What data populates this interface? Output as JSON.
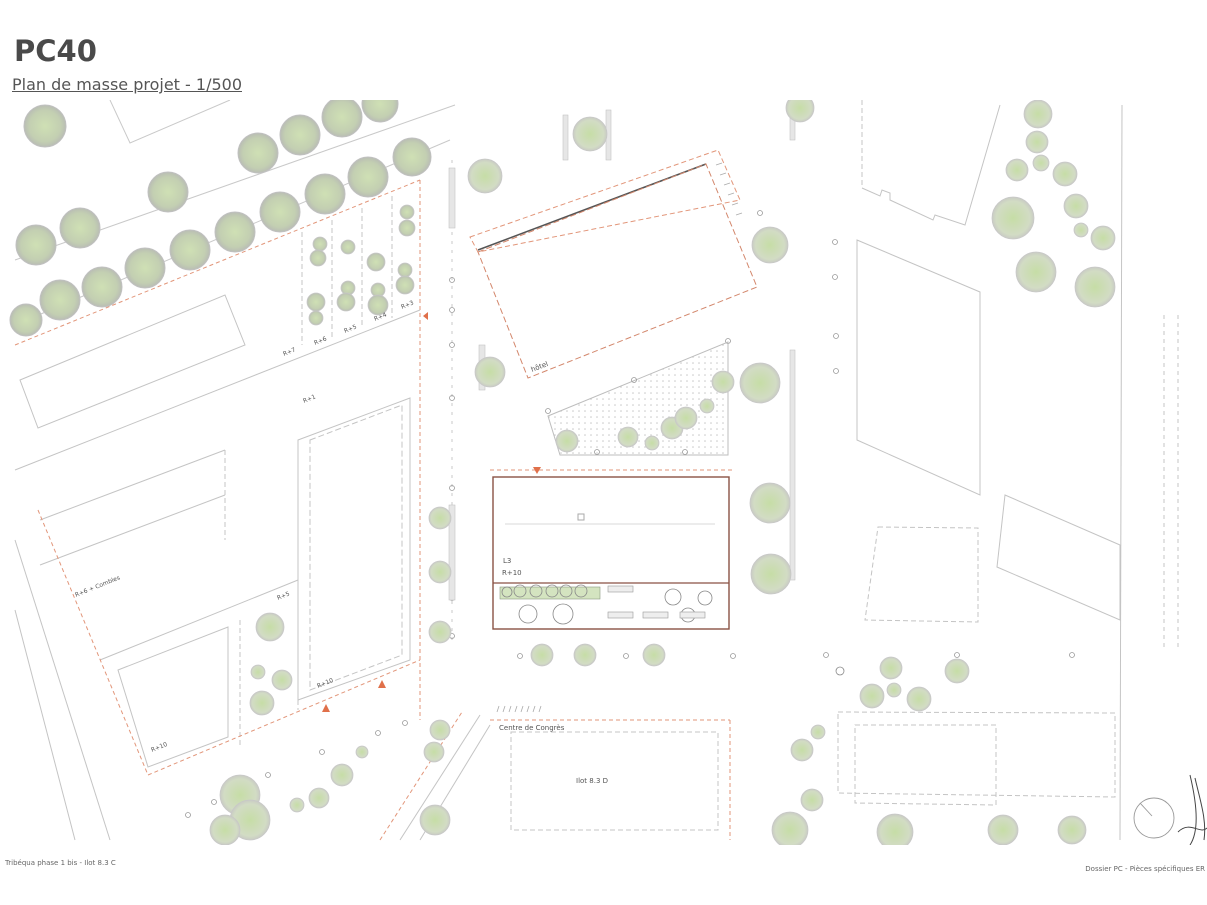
{
  "header": {
    "title": "PC40",
    "subtitle": "Plan de masse projet - 1/500"
  },
  "plan": {
    "labels": {
      "r7": "R+7",
      "r6": "R+6",
      "r5_top": "R+5",
      "r4": "R+4",
      "r3": "R+3",
      "r1": "R+1",
      "r6_combles": "R+6 + Combles",
      "r5_bottom": "R+5",
      "r10_left": "R+10",
      "r10_mid": "R+10",
      "hotel": "hôtel",
      "l3": "L3",
      "r10_project": "R+10",
      "centre_congres": "Centre de Congrès",
      "ilot_83d": "Ilot 8.3 D"
    },
    "colors": {
      "tree_fill": "#c9d8b0",
      "tree_stroke": "#b8b8b8",
      "line": "#bdbdbd",
      "limit_dashed": "#e0896a",
      "project_outline": "#8a4a3a",
      "marker": "#e0704a"
    }
  },
  "footer": {
    "left": "Tribéqua phase 1 bis - Ilot 8.3 C",
    "right": "Dossier PC - Pièces spécifiques ER"
  }
}
